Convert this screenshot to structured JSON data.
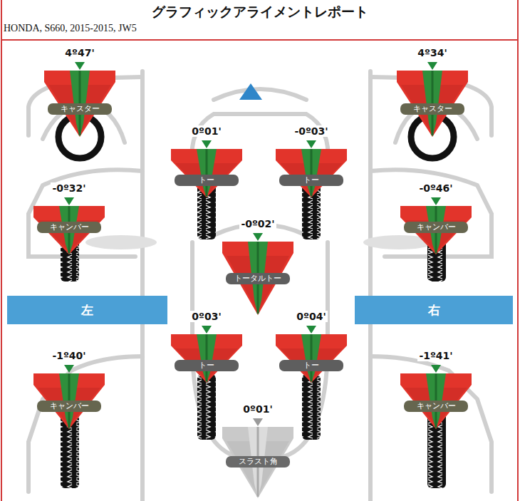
{
  "diagram": {
    "title": "グラフィックアライメントレポート",
    "nodes": [
      {
        "text": [
          "4º47'",
          "キャスター"
        ]
      },
      {
        "text": [
          "4º34'",
          "キャスター"
        ]
      },
      {
        "text": [
          "0º01'",
          "トー"
        ]
      },
      {
        "text": [
          "-0º03'",
          "トー"
        ]
      },
      {
        "text": [
          "-0º32'",
          "キャンバー"
        ]
      },
      {
        "text": [
          "-0º46'",
          "キャンバー"
        ]
      },
      {
        "text": [
          "-0º02'",
          "トータルトー"
        ]
      },
      {
        "text": [
          "左"
        ]
      },
      {
        "text": [
          "右"
        ]
      },
      {
        "text": [
          "0º03'",
          "トー"
        ]
      },
      {
        "text": [
          "0º04'",
          "トー"
        ]
      },
      {
        "text": [
          "-1º40'",
          "キャンバー"
        ]
      },
      {
        "text": [
          "-1º41'",
          "キャンバー"
        ]
      },
      {
        "text": [
          "0º01'",
          "スラスト角"
        ]
      }
    ],
    "labels": [
      "HONDA, S660, 2015-2015, JW5"
    ]
  }
}
